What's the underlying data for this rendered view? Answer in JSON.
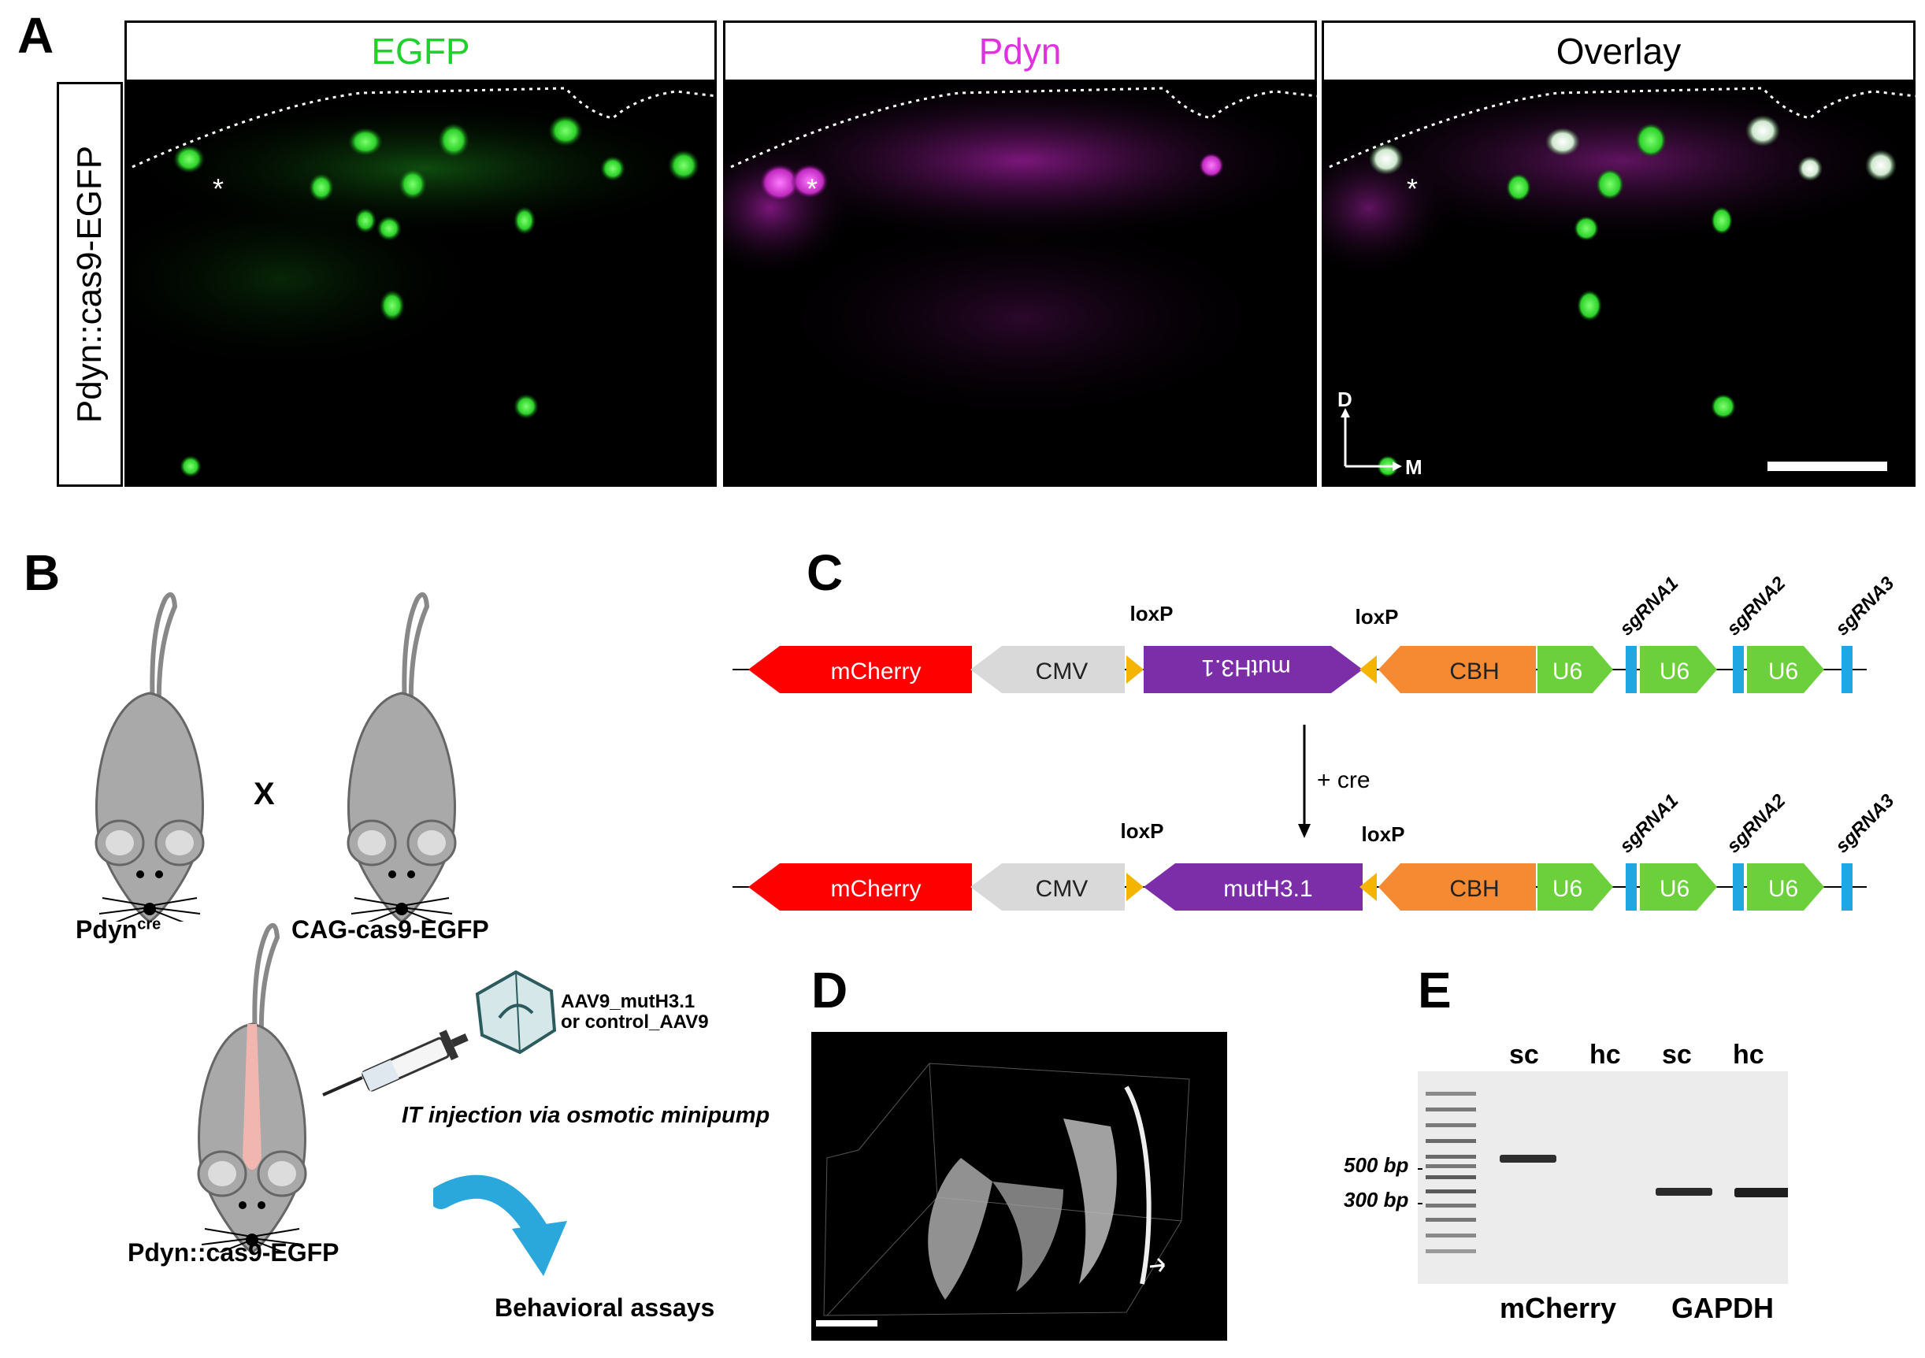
{
  "panelA": {
    "letter": "A",
    "side_label": "Pdyn::cas9-EGFP",
    "headers": [
      {
        "text": "EGFP",
        "color": "#1fd12a"
      },
      {
        "text": "Pdyn",
        "color": "#e030e0"
      },
      {
        "text": "Overlay",
        "color": "#000000"
      }
    ],
    "orientation": {
      "dorsal": "D",
      "medial": "M"
    },
    "asterisk": "*"
  },
  "panelB": {
    "letter": "B",
    "cross_symbol": "X",
    "mouse1_label": "Pdyn",
    "mouse1_sup": "cre",
    "mouse2_label": "CAG-cas9-EGFP",
    "virus_label_1": "AAV9_mutH3.1",
    "virus_label_2": "or control_AAV9",
    "injection_label": "IT injection via osmotic minipump",
    "offspring_label": "Pdyn::cas9-EGFP",
    "behavior_label": "Behavioral assays"
  },
  "panelC": {
    "letter": "C",
    "cre_label": "+ cre",
    "loxp": "loxP",
    "top": {
      "mcherry": "mCherry",
      "cmv": "CMV",
      "muth": "mutH3.1",
      "cbh": "CBH",
      "u6": [
        "U6",
        "U6",
        "U6"
      ],
      "sgrna": [
        "sgRNA1",
        "sgRNA2",
        "sgRNA3"
      ]
    },
    "bottom": {
      "mcherry": "mCherry",
      "cmv": "CMV",
      "muth": "mutH3.1",
      "cbh": "CBH",
      "u6": [
        "U6",
        "U6",
        "U6"
      ],
      "sgrna": [
        "sgRNA1",
        "sgRNA2",
        "sgRNA3"
      ]
    }
  },
  "panelD": {
    "letter": "D"
  },
  "panelE": {
    "letter": "E",
    "lanes": [
      "sc",
      "hc",
      "sc",
      "hc"
    ],
    "markers": [
      "500 bp",
      "300 bp"
    ],
    "groups": [
      "mCherry",
      "GAPDH"
    ]
  }
}
